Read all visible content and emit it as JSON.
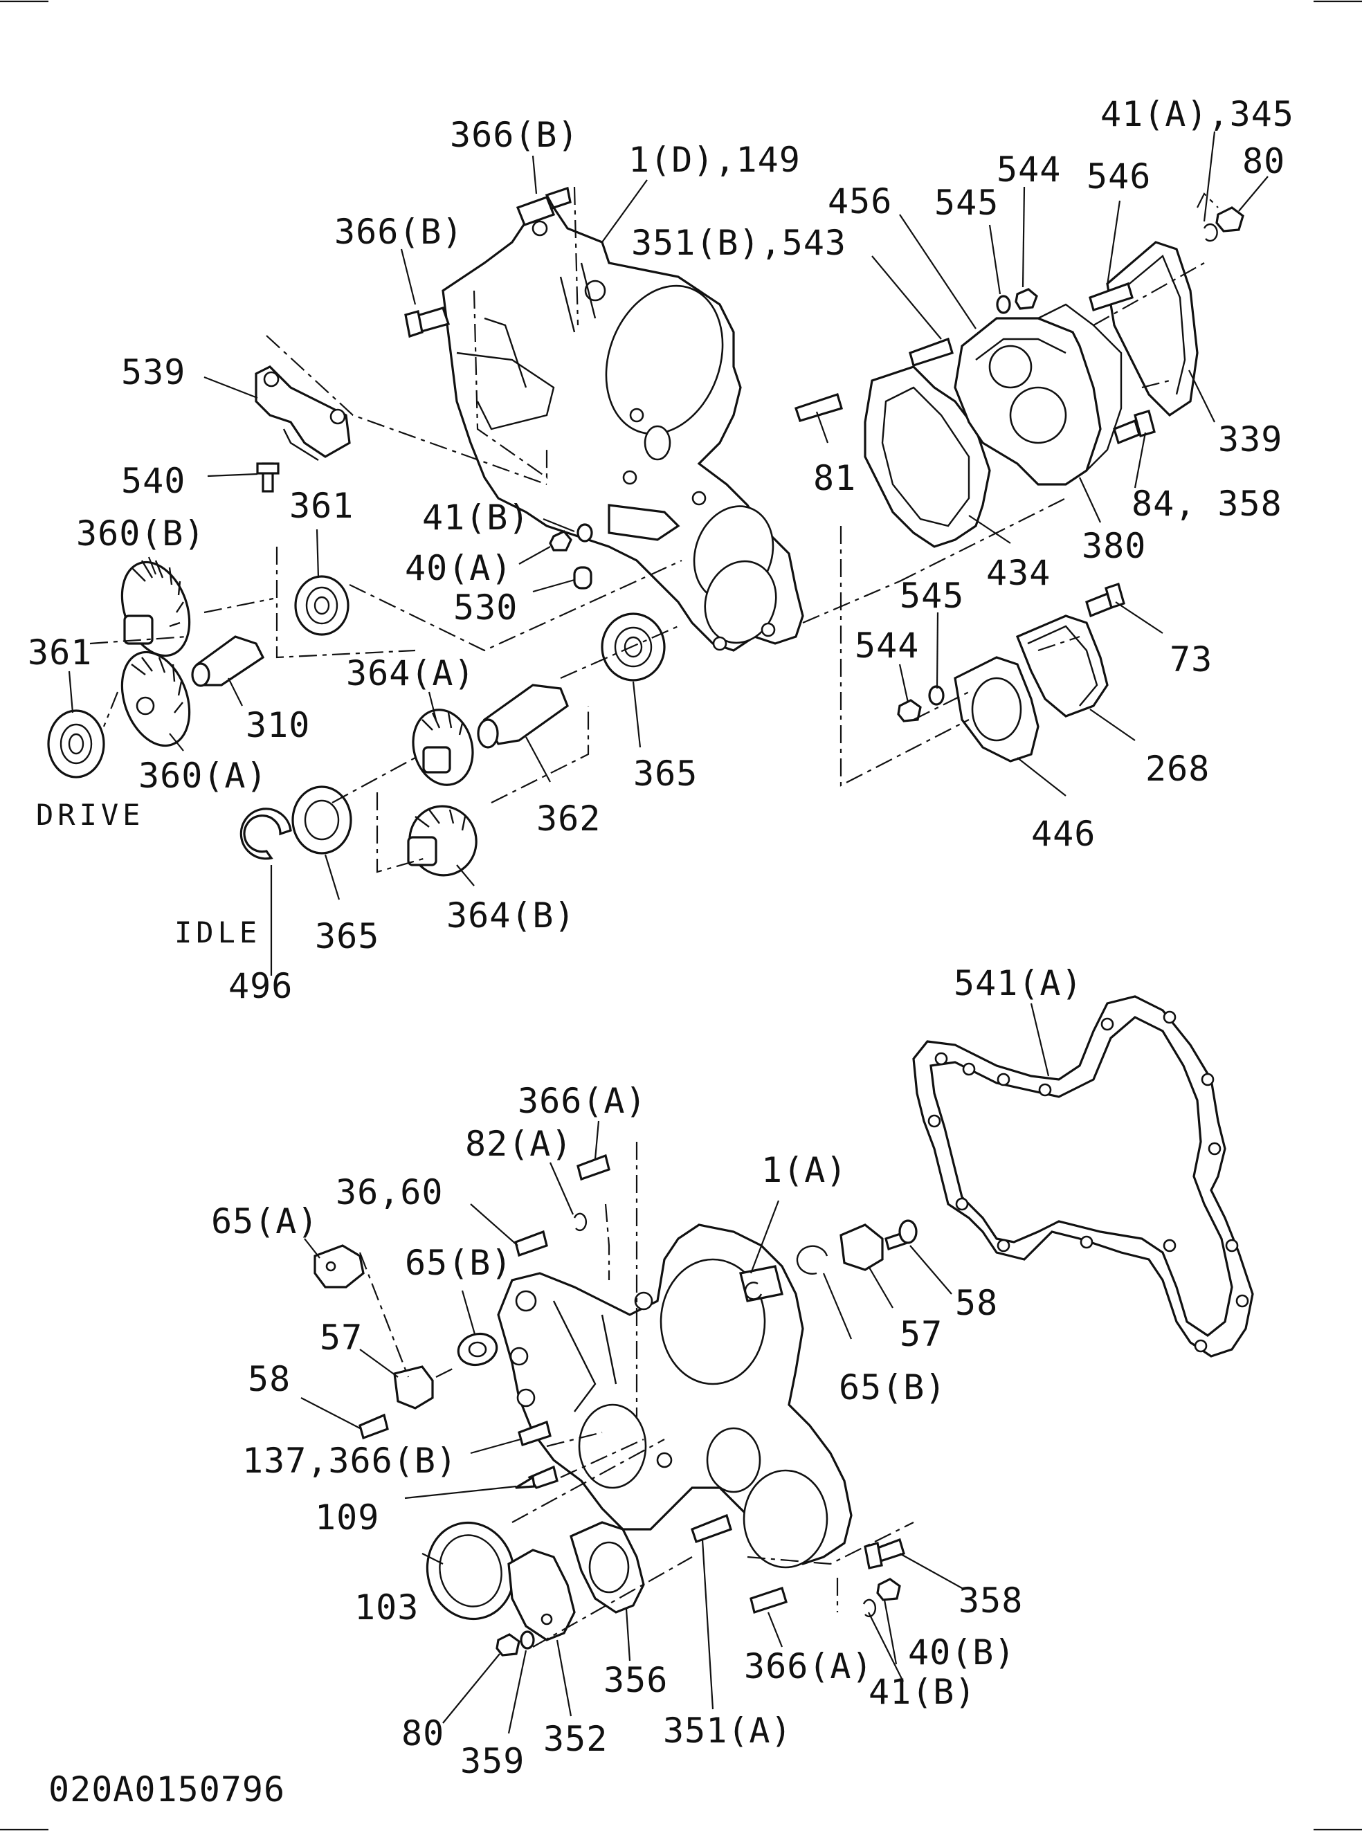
{
  "diagram": {
    "drawing_code": "020A0150796",
    "group_labels": {
      "drive": "DRIVE",
      "idle": "IDLE"
    },
    "part_labels": {
      "p366B_top": "366(B)",
      "p1D149": "1(D),149",
      "p366B_left": "366(B)",
      "p351B543": "351(B),543",
      "p456": "456",
      "p545_top": "545",
      "p544_top": "544",
      "p546": "546",
      "p41A345": "41(A),345",
      "p80_top": "80",
      "p539": "539",
      "p540": "540",
      "p81": "81",
      "p339": "339",
      "p84_358": "84, 358",
      "p380": "380",
      "p434": "434",
      "p41B_top": "41(B)",
      "p40A": "40(A)",
      "p530": "530",
      "p361_top": "361",
      "p360B": "360(B)",
      "p361_left": "361",
      "p310": "310",
      "p360A": "360(A)",
      "p364A": "364(A)",
      "p365_right": "365",
      "p362": "362",
      "p365_bottom": "365",
      "p364B": "364(B)",
      "p496": "496",
      "p545_mid": "545",
      "p544_mid": "544",
      "p73": "73",
      "p268": "268",
      "p446": "446",
      "p541A": "541(A)",
      "p366A_top": "366(A)",
      "p82A": "82(A)",
      "p36_60": "36,60",
      "p1A": "1(A)",
      "p65A": "65(A)",
      "p65B_left": "65(B)",
      "p58_right": "58",
      "p57_right": "57",
      "p65B_right": "65(B)",
      "p57_left": "57",
      "p58_left": "58",
      "p137_366B": "137,366(B)",
      "p109": "109",
      "p103": "103",
      "p356": "356",
      "p352": "352",
      "p80_bottom": "80",
      "p359": "359",
      "p351A": "351(A)",
      "p366A_bottom": "366(A)",
      "p40B": "40(B)",
      "p41B_bottom": "41(B)",
      "p358": "358"
    }
  }
}
